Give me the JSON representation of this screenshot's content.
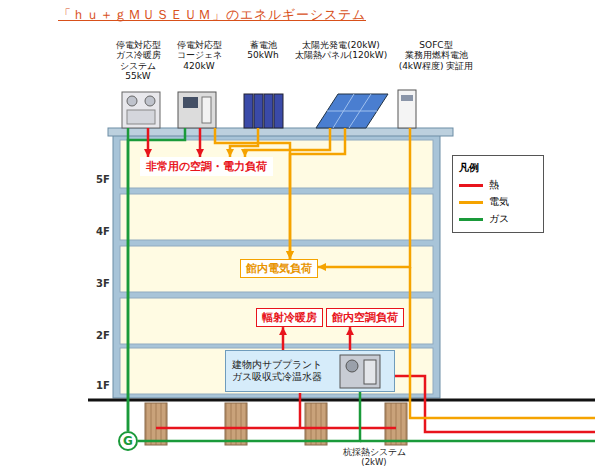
{
  "diagram": {
    "title": "「ｈｕ＋ｇＭＵＳＥＵＭ」のエネルギーシステム",
    "nodes": [
      {
        "text": [
          "停電対応型 ガス冷暖房 システム 55kW"
        ]
      },
      {
        "text": [
          "停電対応型 コージェネ 420kW"
        ]
      },
      {
        "text": [
          "蓄電池 50kWh"
        ]
      },
      {
        "text": [
          "太陽光発電(20kW) 太陽熱パネル(120kW)"
        ]
      },
      {
        "text": [
          "SOFC型 業務用燃料電池 (4kW程度) 実証用"
        ]
      },
      {
        "text": [
          "非常用の空調・電力負荷"
        ]
      },
      {
        "text": [
          "館内電気負荷"
        ]
      },
      {
        "text": [
          "輻射冷暖房"
        ]
      },
      {
        "text": [
          "館内空調負荷"
        ]
      },
      {
        "text": [
          "建物内サブプラント ガス吸収式冷温水器"
        ]
      },
      {
        "text": [
          "G"
        ]
      }
    ],
    "edges": [
      {
        "from": 10,
        "to": 0,
        "arrow": "none"
      },
      {
        "from": 10,
        "to": 1,
        "arrow": "none"
      },
      {
        "from": 10,
        "to": 9,
        "arrow": "none"
      },
      {
        "from": 0,
        "to": 5,
        "arrow": "to"
      },
      {
        "from": 1,
        "to": 5,
        "arrow": "to"
      },
      {
        "from": 2,
        "to": 5,
        "arrow": "to"
      },
      {
        "from": 3,
        "to": 5,
        "arrow": "to"
      },
      {
        "from": 1,
        "to": 6,
        "arrow": "to"
      },
      {
        "from": 3,
        "to": 6,
        "arrow": "to"
      },
      {
        "from": 4,
        "to": 6,
        "arrow": "to"
      },
      {
        "from": 9,
        "to": 7,
        "arrow": "to"
      },
      {
        "from": 9,
        "to": 8,
        "arrow": "to"
      }
    ],
    "labels": [
      "凡例",
      "5F",
      "4F",
      "3F",
      "2F",
      "1F",
      "杭採熱システム (2kW)"
    ],
    "legend": [
      {
        "text": "熱",
        "color": "#e8141c"
      },
      {
        "text": "電気",
        "color": "#f5a300"
      },
      {
        "text": "ガス",
        "color": "#1a9a3a"
      }
    ]
  }
}
